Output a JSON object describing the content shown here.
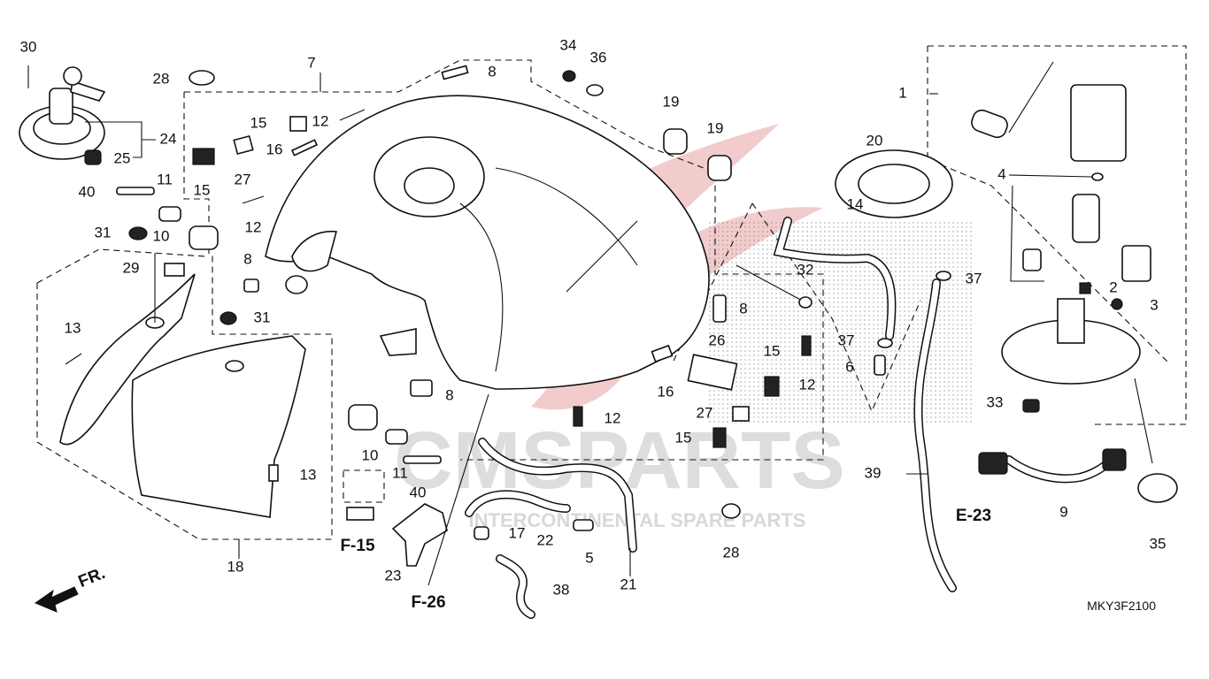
{
  "diagram": {
    "watermark": {
      "brand": "CMSPARTS",
      "tagline": "INTERCONTINENTAL SPARE PARTS",
      "colors": {
        "swoosh": "#e8a3a3",
        "text": "#cfcfcf",
        "dots": "#9a9a9a"
      }
    },
    "references": {
      "e23": "E-23",
      "f15": "F-15",
      "f26": "F-26",
      "front": "FR."
    },
    "drawing_code": "MKY3F2100",
    "callouts": [
      {
        "id": "c30",
        "label": "30"
      },
      {
        "id": "c28a",
        "label": "28"
      },
      {
        "id": "c7",
        "label": "7"
      },
      {
        "id": "c8a",
        "label": "8"
      },
      {
        "id": "c34",
        "label": "34"
      },
      {
        "id": "c36",
        "label": "36"
      },
      {
        "id": "c19a",
        "label": "19"
      },
      {
        "id": "c19b",
        "label": "19"
      },
      {
        "id": "c1",
        "label": "1"
      },
      {
        "id": "c24",
        "label": "24"
      },
      {
        "id": "c25",
        "label": "25"
      },
      {
        "id": "c15a",
        "label": "15"
      },
      {
        "id": "c12a",
        "label": "12"
      },
      {
        "id": "c16a",
        "label": "16"
      },
      {
        "id": "c27a",
        "label": "27"
      },
      {
        "id": "c15b",
        "label": "15"
      },
      {
        "id": "c12b",
        "label": "12"
      },
      {
        "id": "c40a",
        "label": "40"
      },
      {
        "id": "c11a",
        "label": "11"
      },
      {
        "id": "c31a",
        "label": "31"
      },
      {
        "id": "c10a",
        "label": "10"
      },
      {
        "id": "c8b",
        "label": "8"
      },
      {
        "id": "c29",
        "label": "29"
      },
      {
        "id": "c31b",
        "label": "31"
      },
      {
        "id": "c13a",
        "label": "13"
      },
      {
        "id": "c20",
        "label": "20"
      },
      {
        "id": "c14",
        "label": "14"
      },
      {
        "id": "c4",
        "label": "4"
      },
      {
        "id": "c32",
        "label": "32"
      },
      {
        "id": "c37a",
        "label": "37"
      },
      {
        "id": "c2",
        "label": "2"
      },
      {
        "id": "c3",
        "label": "3"
      },
      {
        "id": "c8c",
        "label": "8"
      },
      {
        "id": "c37b",
        "label": "37"
      },
      {
        "id": "c26",
        "label": "26"
      },
      {
        "id": "c15c",
        "label": "15"
      },
      {
        "id": "c6",
        "label": "6"
      },
      {
        "id": "c16b",
        "label": "16"
      },
      {
        "id": "c12c",
        "label": "12"
      },
      {
        "id": "c33",
        "label": "33"
      },
      {
        "id": "c8d",
        "label": "8"
      },
      {
        "id": "c12d",
        "label": "12"
      },
      {
        "id": "c27b",
        "label": "27"
      },
      {
        "id": "c15d",
        "label": "15"
      },
      {
        "id": "c10b",
        "label": "10"
      },
      {
        "id": "c11b",
        "label": "11"
      },
      {
        "id": "c40b",
        "label": "40"
      },
      {
        "id": "c13b",
        "label": "13"
      },
      {
        "id": "c39",
        "label": "39"
      },
      {
        "id": "c17",
        "label": "17"
      },
      {
        "id": "c22",
        "label": "22"
      },
      {
        "id": "c5",
        "label": "5"
      },
      {
        "id": "c28b",
        "label": "28"
      },
      {
        "id": "c9",
        "label": "9"
      },
      {
        "id": "c35",
        "label": "35"
      },
      {
        "id": "c18",
        "label": "18"
      },
      {
        "id": "c23",
        "label": "23"
      },
      {
        "id": "c21",
        "label": "21"
      },
      {
        "id": "c38",
        "label": "38"
      }
    ]
  }
}
